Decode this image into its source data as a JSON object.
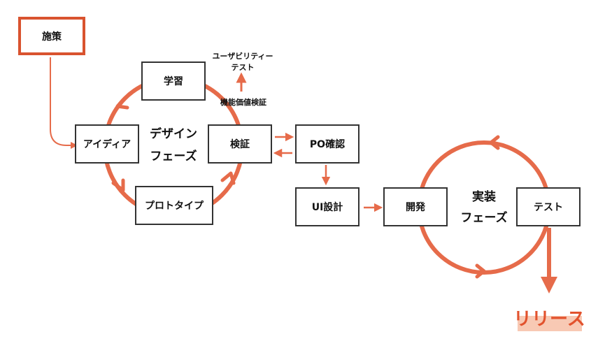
{
  "colors": {
    "accent": "#e66b4a",
    "accent_dark": "#d9532f",
    "box_border": "#333333",
    "release_text": "#e2522d",
    "release_highlight": "#f8c9b4"
  },
  "boxes": {
    "measure": "施策",
    "learning": "学習",
    "idea": "アイディア",
    "verify": "検証",
    "prototype": "プロトタイプ",
    "po_confirm": "PO確認",
    "ui_design": "UI設計",
    "dev": "開発",
    "test": "テスト"
  },
  "labels": {
    "usability_line1": "ユーザビリティー",
    "usability_line2": "テスト",
    "function_value": "機能価値検証",
    "design_phase_line1": "デザイン",
    "design_phase_line2": "フェーズ",
    "impl_phase_line1": "実装",
    "impl_phase_line2": "フェーズ",
    "release": "リリース"
  }
}
